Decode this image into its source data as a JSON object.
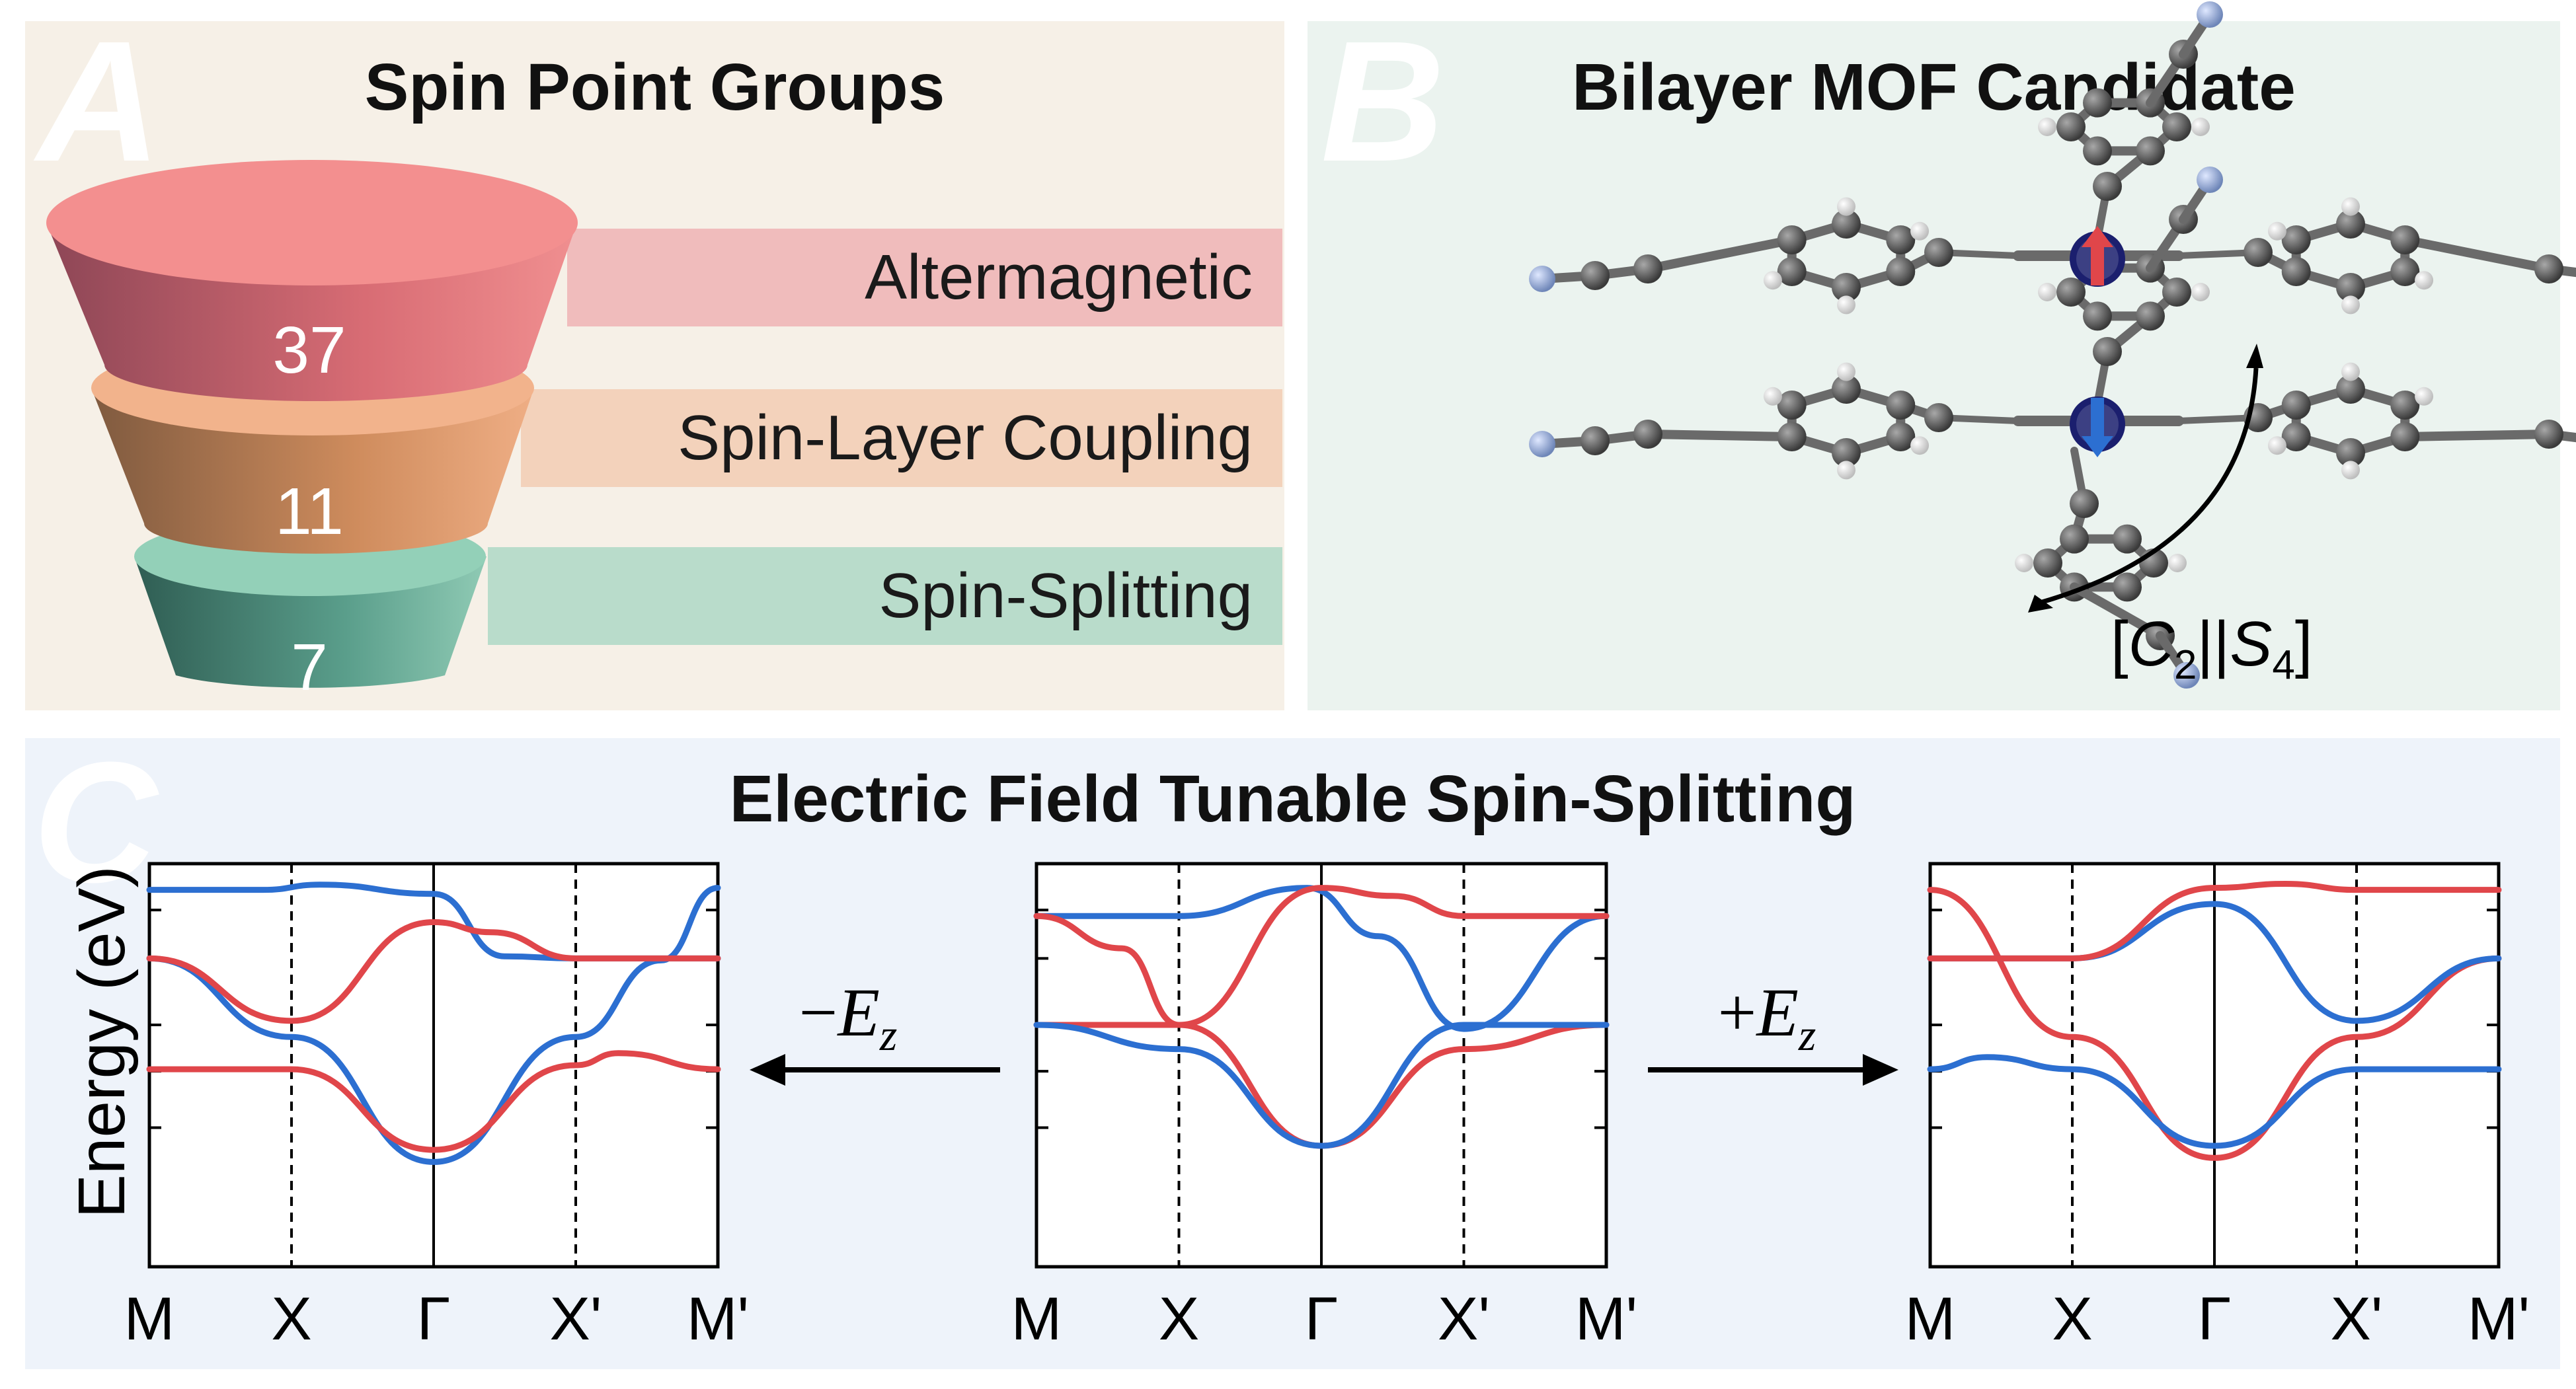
{
  "panelA": {
    "letter": "A",
    "title": "Spin Point Groups",
    "tiers": [
      {
        "label": "Altermagnetic",
        "count": "37",
        "color_top": "#f39190",
        "color_side": "#d66a72",
        "ribbon": "#f0bcbc"
      },
      {
        "label": "Spin-Layer Coupling",
        "count": "11",
        "color_top": "#f0b18a",
        "color_side": "#c98658",
        "ribbon": "#f3d2bb"
      },
      {
        "label": "Spin-Splitting",
        "count": "7",
        "color_top": "#92cdb5",
        "color_side": "#4f9583",
        "ribbon": "#b9dccb"
      }
    ]
  },
  "panelB": {
    "letter": "B",
    "title": "Bilayer MOF Candidate",
    "symmetry": {
      "open": "[",
      "c": "C",
      "c_sub": "2",
      "bars": "||",
      "s": "S",
      "s_sub": "4",
      "close": "]"
    }
  },
  "panelC": {
    "letter": "C",
    "title": "Electric Field Tunable Spin-Splitting",
    "ylabel": "Energy (eV)",
    "kpath": [
      "M",
      "X",
      "Γ",
      "X'",
      "M'"
    ],
    "field_left": {
      "sign": "−",
      "symbol": "E",
      "sub": "z"
    },
    "field_right": {
      "sign": "+",
      "symbol": "E",
      "sub": "z"
    },
    "colors": {
      "spin_up": "#e0464a",
      "spin_down": "#2c6fd1"
    }
  }
}
